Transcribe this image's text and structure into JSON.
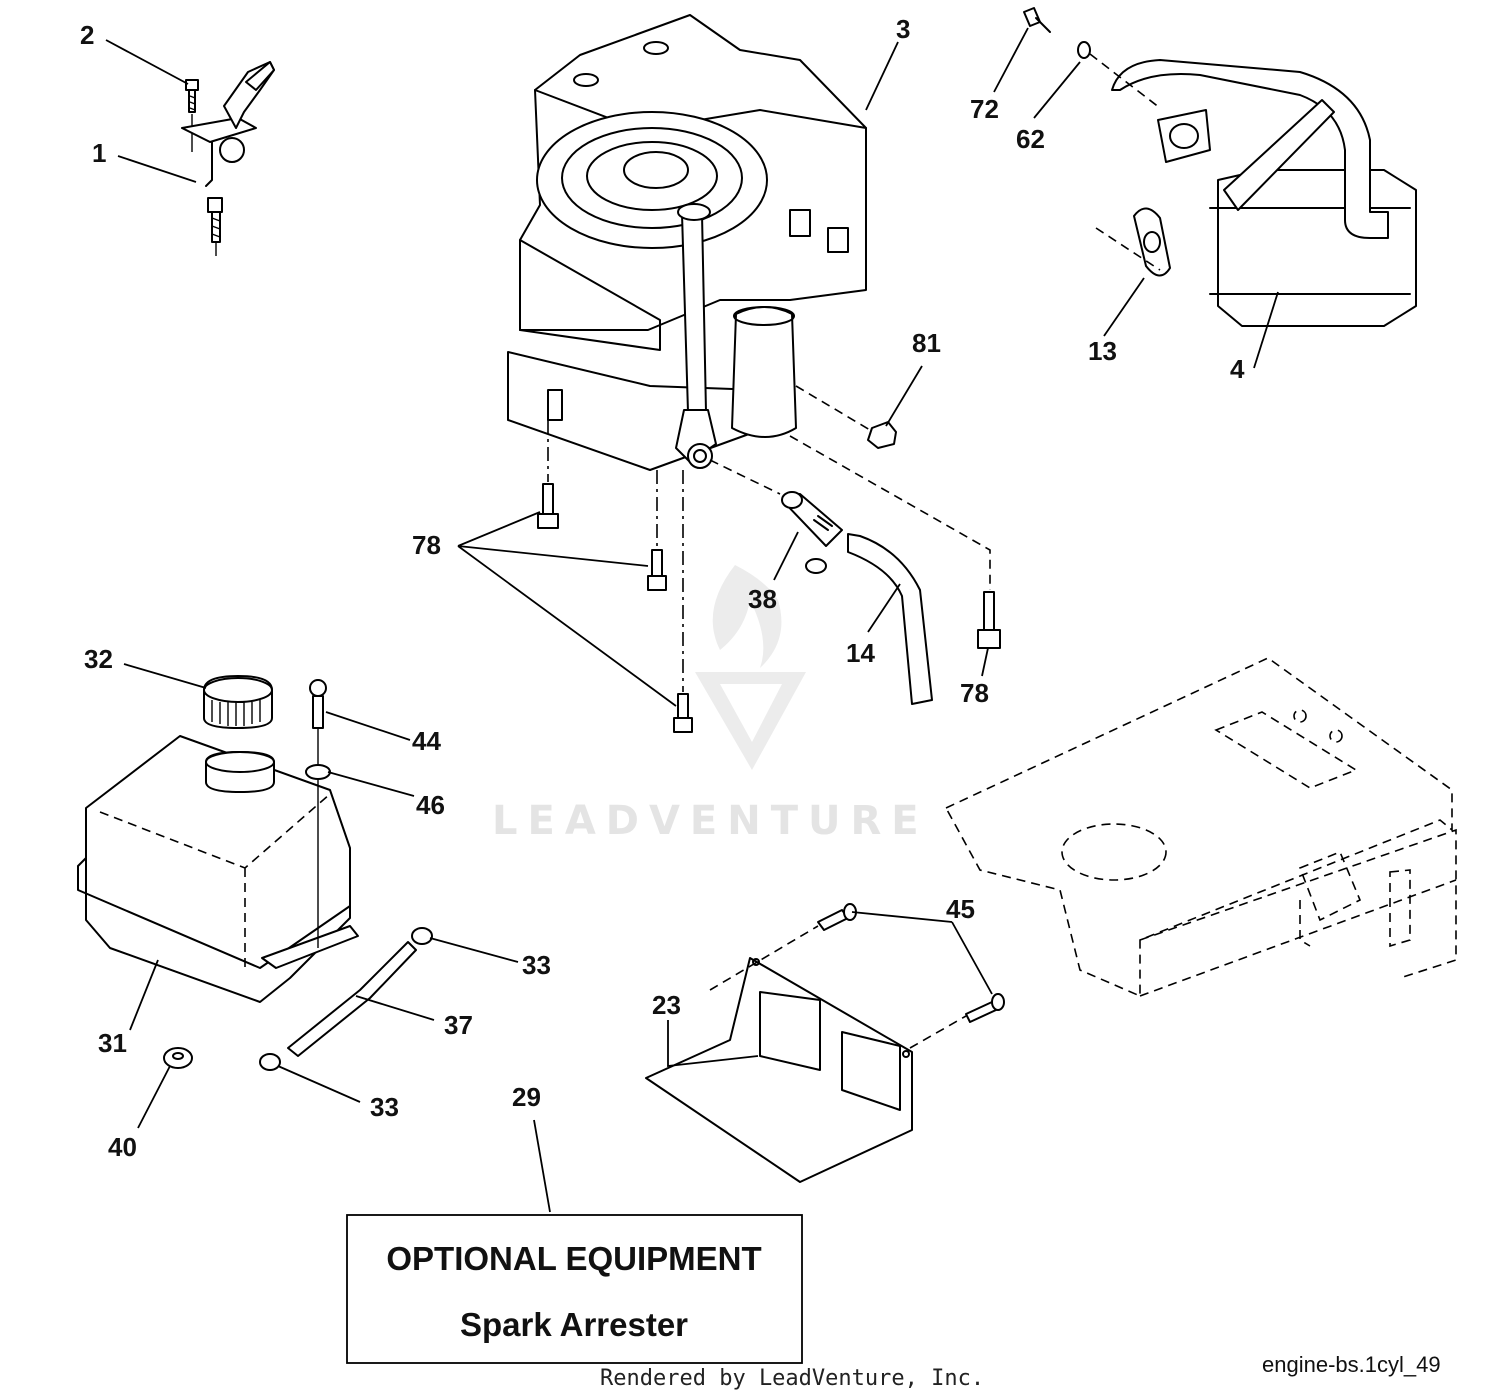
{
  "diagram": {
    "callouts": {
      "c1": "1",
      "c2": "2",
      "c3": "3",
      "c4": "4",
      "c13": "13",
      "c14": "14",
      "c23": "23",
      "c29": "29",
      "c31": "31",
      "c32": "32",
      "c33a": "33",
      "c33b": "33",
      "c37": "37",
      "c38": "38",
      "c40": "40",
      "c44": "44",
      "c45": "45",
      "c46": "46",
      "c62": "62",
      "c72": "72",
      "c78a": "78",
      "c78b": "78",
      "c81": "81"
    },
    "optional_box": {
      "title": "OPTIONAL EQUIPMENT",
      "subtitle": "Spark Arrester"
    },
    "watermark": "LEADVENTURE",
    "footer": {
      "credit": "Rendered by LeadVenture, Inc.",
      "diagram_code": "engine-bs.1cyl_49"
    }
  }
}
